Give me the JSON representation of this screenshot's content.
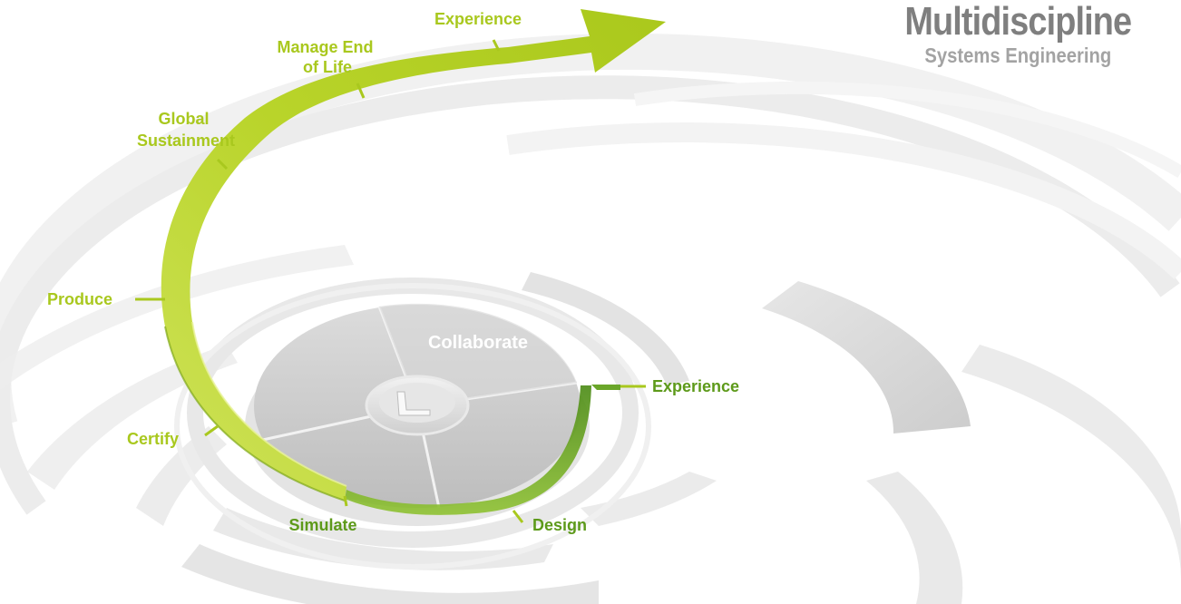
{
  "title": {
    "main": "Multidiscipline",
    "sub": "Systems Engineering"
  },
  "center": {
    "label": "Collaborate"
  },
  "stages": {
    "experience_top": "Experience",
    "manage_end_of_life": [
      "Manage End",
      "of Life"
    ],
    "global_sustainment": [
      "Global",
      "Sustainment"
    ],
    "produce": "Produce",
    "certify": "Certify",
    "simulate": "Simulate",
    "design": "Design",
    "experience_right": "Experience"
  },
  "colors": {
    "accent_green": "#a9c81e",
    "dark_green": "#5d9a1a",
    "title_gray": "#7f7f7f",
    "disc_gray": "#c8c8c8"
  }
}
